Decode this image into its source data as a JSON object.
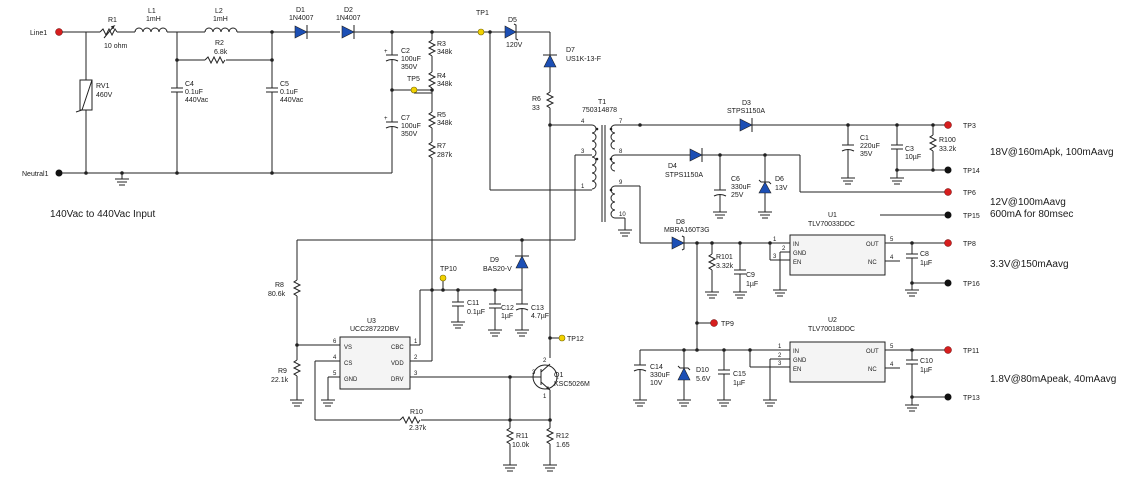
{
  "colors": {
    "testpoint_red": "#d61e1e",
    "testpoint_black": "#111111",
    "testpoint_yellow": "#f2d200",
    "diode_fill": "#1c4fb5"
  },
  "ports": {
    "line1": "Line1",
    "neutral1": "Neutral1"
  },
  "input_note": "140Vac to 440Vac Input",
  "components": {
    "r1": {
      "ref": "R1",
      "value": "10 ohm"
    },
    "l1": {
      "ref": "L1",
      "value": "1mH"
    },
    "l2": {
      "ref": "L2",
      "value": "1mH"
    },
    "rv1": {
      "ref": "RV1",
      "value": "460V"
    },
    "c4": {
      "ref": "C4",
      "value1": "0.1uF",
      "value2": "440Vac"
    },
    "r2": {
      "ref": "R2",
      "value": "6.8k"
    },
    "c5": {
      "ref": "C5",
      "value1": "0.1uF",
      "value2": "440Vac"
    },
    "d1": {
      "ref": "D1",
      "value": "1N4007"
    },
    "d2": {
      "ref": "D2",
      "value": "1N4007"
    },
    "c2": {
      "ref": "C2",
      "value1": "100uF",
      "value2": "350V"
    },
    "c7": {
      "ref": "C7",
      "value1": "100uF",
      "value2": "350V"
    },
    "r3": {
      "ref": "R3",
      "value": "348k"
    },
    "r4": {
      "ref": "R4",
      "value": "348k"
    },
    "r5": {
      "ref": "R5",
      "value": "348k"
    },
    "r7": {
      "ref": "R7",
      "value": "287k"
    },
    "d5": {
      "ref": "D5",
      "value": "120V"
    },
    "d7": {
      "ref": "D7",
      "value": "US1K-13-F"
    },
    "r6": {
      "ref": "R6",
      "value": "33"
    },
    "t1": {
      "ref": "T1",
      "value": "750314878",
      "pins": [
        "4",
        "7",
        "3",
        "8",
        "1",
        "9",
        "10"
      ]
    },
    "d3": {
      "ref": "D3",
      "value": "STPS1150A"
    },
    "d4": {
      "ref": "D4",
      "value": "STPS1150A"
    },
    "c1": {
      "ref": "C1",
      "value1": "220uF",
      "value2": "35V"
    },
    "c3": {
      "ref": "C3",
      "value": "10µF"
    },
    "r100": {
      "ref": "R100",
      "value": "33.2k"
    },
    "c6": {
      "ref": "C6",
      "value1": "330uF",
      "value2": "25V"
    },
    "d6": {
      "ref": "D6",
      "value": "13V"
    },
    "d8": {
      "ref": "D8",
      "value": "MBRA160T3G"
    },
    "r101": {
      "ref": "R101",
      "value": "3.32k"
    },
    "c9": {
      "ref": "C9",
      "value": "1µF"
    },
    "u1": {
      "ref": "U1",
      "value": "TLV70033DDC",
      "pins_left": [
        "IN",
        "GND",
        "EN"
      ],
      "pins_right": [
        "OUT",
        "NC"
      ],
      "pin_nums_left": [
        "1",
        "2",
        "3"
      ],
      "pin_nums_right": [
        "5",
        "4"
      ]
    },
    "c8": {
      "ref": "C8",
      "value": "1µF"
    },
    "u2": {
      "ref": "U2",
      "value": "TLV70018DDC",
      "pins_left": [
        "IN",
        "GND",
        "EN"
      ],
      "pins_right": [
        "OUT",
        "NC"
      ],
      "pin_nums_left": [
        "1",
        "2",
        "3"
      ],
      "pin_nums_right": [
        "5",
        "4"
      ]
    },
    "c10": {
      "ref": "C10",
      "value": "1µF"
    },
    "c14": {
      "ref": "C14",
      "value1": "330uF",
      "value2": "10V"
    },
    "d10": {
      "ref": "D10",
      "value": "5.6V"
    },
    "c15": {
      "ref": "C15",
      "value": "1µF"
    },
    "d9": {
      "ref": "D9",
      "value": "BAS20-V"
    },
    "c11": {
      "ref": "C11",
      "value": "0.1µF"
    },
    "c12": {
      "ref": "C12",
      "value": "1µF"
    },
    "c13": {
      "ref": "C13",
      "value": "4.7µF"
    },
    "r8": {
      "ref": "R8",
      "value": "80.6k"
    },
    "r9": {
      "ref": "R9",
      "value": "22.1k"
    },
    "u3": {
      "ref": "U3",
      "value": "UCC28722DBV",
      "pins_left": [
        "VS",
        "CS",
        "GND"
      ],
      "pins_right": [
        "CBC",
        "VDD",
        "DRV"
      ],
      "pin_nums_left": [
        "6",
        "4",
        "5"
      ],
      "pin_nums_right": [
        "1",
        "2",
        "3"
      ]
    },
    "q1": {
      "ref": "Q1",
      "value": "KSC5026M",
      "pins": [
        "2",
        "3",
        "1"
      ]
    },
    "r10": {
      "ref": "R10",
      "value": "2.37k"
    },
    "r11": {
      "ref": "R11",
      "value": "10.0k"
    },
    "r12": {
      "ref": "R12",
      "value": "1.65"
    }
  },
  "testpoints": {
    "tp1": "TP1",
    "tp3": "TP3",
    "tp5": "TP5",
    "tp6": "TP6",
    "tp8": "TP8",
    "tp9": "TP9",
    "tp10": "TP10",
    "tp11": "TP11",
    "tp12": "TP12",
    "tp13": "TP13",
    "tp14": "TP14",
    "tp15": "TP15",
    "tp16": "TP16"
  },
  "outputs": {
    "out18": "18V@160mApk, 100mAavg",
    "out12a": "12V@100mAavg",
    "out12b": "600mA for 80msec",
    "out33": "3.3V@150mAavg",
    "out18v": "1.8V@80mApeak, 40mAavg"
  }
}
